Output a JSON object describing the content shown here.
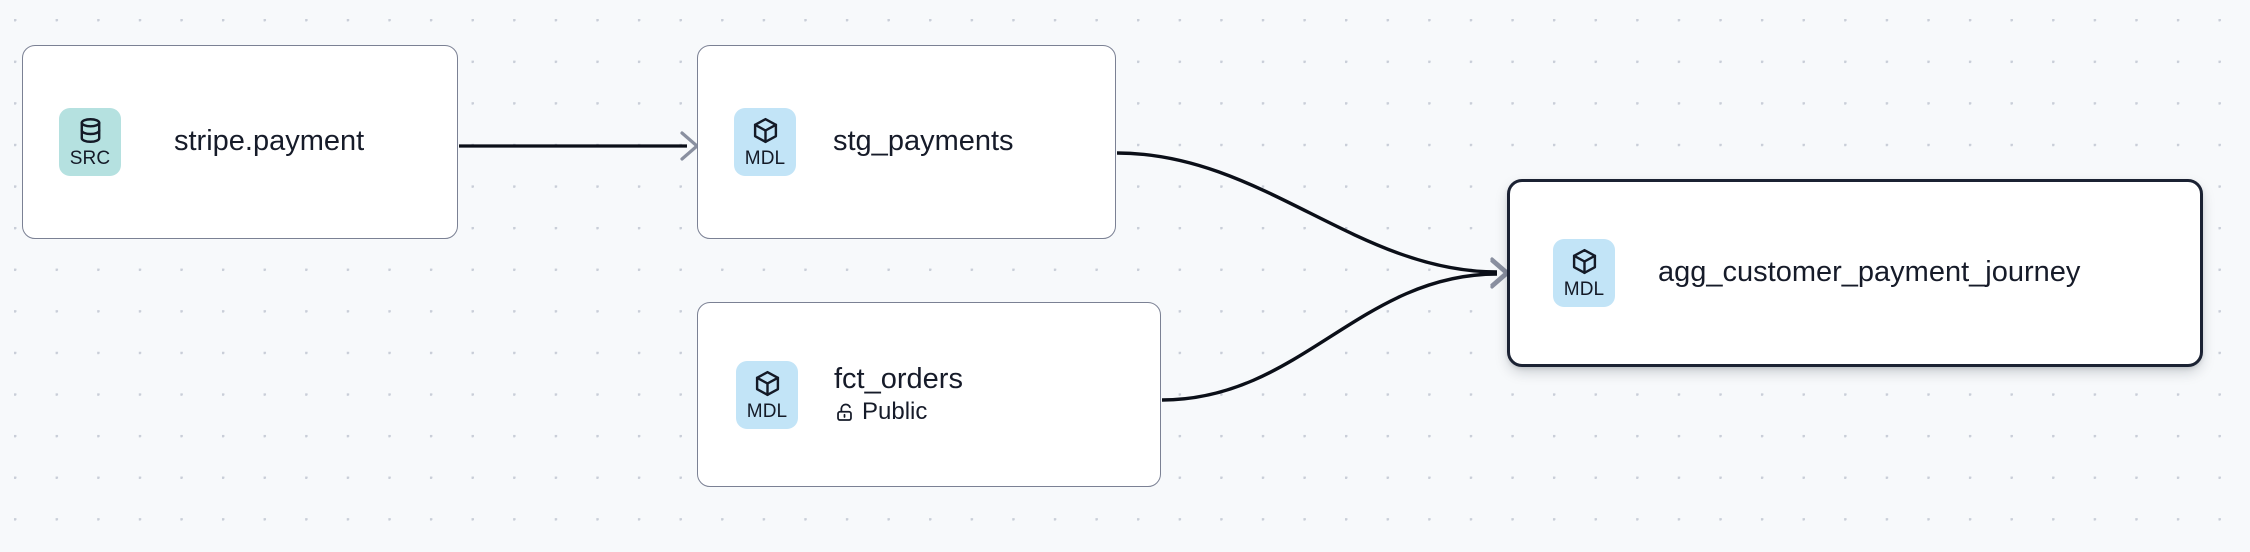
{
  "canvas": {
    "background_color": "#f7f9fb",
    "grid": "dot-grid",
    "grid_dot_color": "#c9ced8"
  },
  "palette": {
    "source_badge": "#b5e1e0",
    "model_badge": "#c2e4f7",
    "node_border": "#7b8194",
    "selected_border": "#1b2233",
    "edge_stroke": "#0b0f18",
    "arrowhead": "#8a90a0",
    "text": "#161b29"
  },
  "nodes": [
    {
      "id": "source",
      "badge_code": "SRC",
      "badge_icon": "database-icon",
      "badge_color": "#b5e1e0",
      "title": "stripe.payment",
      "subtitle": null,
      "subtitle_icon": null,
      "selected": false
    },
    {
      "id": "stg",
      "badge_code": "MDL",
      "badge_icon": "cube-icon",
      "badge_color": "#c2e4f7",
      "title": "stg_payments",
      "subtitle": null,
      "subtitle_icon": null,
      "selected": false
    },
    {
      "id": "fct",
      "badge_code": "MDL",
      "badge_icon": "cube-icon",
      "badge_color": "#c2e4f7",
      "title": "fct_orders",
      "subtitle": "Public",
      "subtitle_icon": "unlock-icon",
      "selected": false
    },
    {
      "id": "agg",
      "badge_code": "MDL",
      "badge_icon": "cube-icon",
      "badge_color": "#c2e4f7",
      "title": "agg_customer_payment_journey",
      "subtitle": null,
      "subtitle_icon": null,
      "selected": true
    }
  ],
  "edges": [
    {
      "id": "e1",
      "from": "source",
      "to": "stg",
      "shape": "straight",
      "arrowhead": true
    },
    {
      "id": "e2",
      "from": "stg",
      "to": "agg",
      "shape": "bezier",
      "arrowhead": true
    },
    {
      "id": "e3",
      "from": "fct",
      "to": "agg",
      "shape": "bezier",
      "arrowhead": true
    }
  ]
}
